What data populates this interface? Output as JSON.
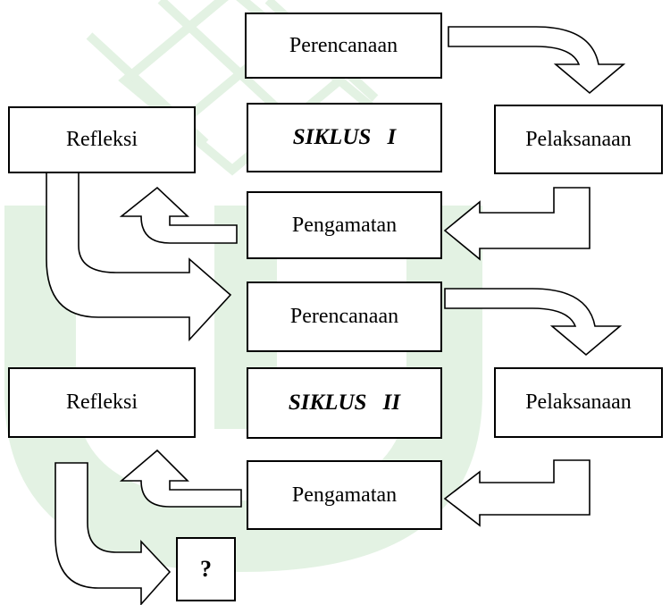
{
  "cycle1": {
    "planning": "Perencanaan",
    "title": "SIKLUS   I",
    "acting": "Pelaksanaan",
    "observing": "Pengamatan",
    "reflecting": "Refleksi"
  },
  "cycle2": {
    "planning": "Perencanaan",
    "title": "SIKLUS   II",
    "acting": "Pelaksanaan",
    "observing": "Pengamatan",
    "reflecting": "Refleksi"
  },
  "next_step": "?",
  "colors": {
    "watermark": "#e3f2e3",
    "stroke": "#000000",
    "fill": "#ffffff"
  }
}
